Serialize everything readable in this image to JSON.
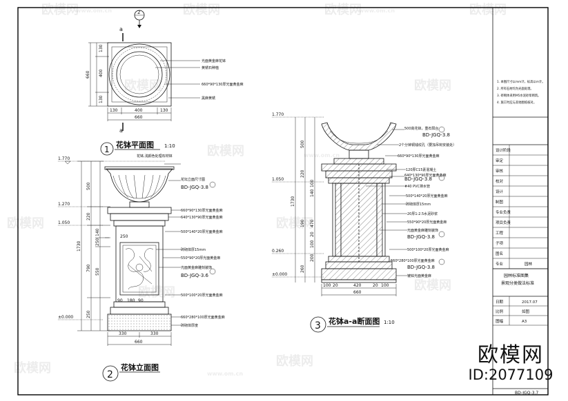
{
  "views": {
    "plan": {
      "title": "花钵平面图",
      "scale": "1:10",
      "num": "1",
      "section_mark": "a",
      "section_mark_ref": "2"
    },
    "elevation": {
      "title": "花钵立面图",
      "num": "2"
    },
    "section": {
      "title": "花钵a-a断面图",
      "scale": "1:10",
      "num": "3"
    }
  },
  "plan_dims": {
    "left": [
      "130",
      "400",
      "130"
    ],
    "total_v": "660",
    "bottom": [
      "130",
      "400",
      "130"
    ],
    "total_h": "660"
  },
  "plan_notes": [
    "光面黄金麻花钵",
    "黄锈石种植",
    "660*90*130厚光面黄金麻",
    "黑麻黄锈"
  ],
  "elev_levels": [
    "1.770",
    "1.270",
    "1.050",
    "±0.000"
  ],
  "elev_dims": {
    "left": [
      "500",
      "220",
      "140",
      "250",
      "550",
      "790",
      "250",
      "1730"
    ],
    "plinth": [
      "250",
      "90",
      "180",
      "90"
    ],
    "bottom": [
      "330",
      "330"
    ],
    "total_h": "660"
  },
  "elev_notes": [
    "花钵,浅颜色处理石材钵",
    "花坛立面尺寸图",
    "660*90*130厚光面黄金麻",
    "640*130*90厚光面黄金麻",
    "500*140*20厚光面黄金麻",
    "光面黄金麻雕刻装饰",
    "砖砌体厚15mm",
    "550*90*20厚光面黄金麻",
    "500*100*20厚光面黄金麻",
    "660*280*100厚光面黄金麻",
    "砖砌体厚度"
  ],
  "elev_refs": [
    "BD-JGQ-3.8",
    "BD-JGQ-3.6"
  ],
  "sect_levels": [
    "1.770",
    "1.050",
    "0.260",
    "±0.000"
  ],
  "sect_dims": {
    "left": [
      "500",
      "220",
      "100",
      "140",
      "470",
      "20",
      "100",
      "200",
      "260",
      "190",
      "1730"
    ],
    "bottom": [
      "100",
      "20",
      "420",
      "20",
      "100"
    ],
    "total_h": "660"
  },
  "sect_notes": [
    "500高花钵，重石阳台",
    "2个分钟铜钱纹孔（要加吊钩安装处）",
    "660*90*130厚光面黄金麻",
    "120厚C15素混凝土",
    "640*130*90厚光面黄金麻",
    "#40 PVC排水管",
    "500*140*20厚光面黄金麻",
    "砖砌体厚15mm",
    "20厚1:2.5水泥砂浆",
    "550*90*20厚光面黄金麻",
    "光面黄金麻雕刻装饰",
    "500*100*20厚光面黄金麻",
    "660*280*100厚光面黄金麻",
    "镀锌光面黄金麻"
  ],
  "sect_refs": [
    "BD-JGQ-3.8",
    "BD-JGQ-3.8",
    "BD-JGQ-3.8",
    "BD-JGQ-3.8"
  ],
  "title_block": {
    "note_lines": [
      "1. 本图尺寸以mm计，标高以m计。",
      "2. 所有石材均为光面处理。",
      "3. 砖砌体采用M5水泥砂浆砌筑。",
      "4. 施工时应与其他图纸核对。"
    ],
    "rows": [
      "设计阶段",
      "审定",
      "审核",
      "校对",
      "设计",
      "制图",
      "专业负责",
      "项目负责",
      "工程",
      "子项",
      "图名",
      "专业"
    ],
    "row_value": "园林",
    "project_name": "园林标准图集",
    "project_sub": "景观分类做法标准",
    "info_labels": [
      "日期",
      "比例",
      "图幅"
    ],
    "info_values": [
      "2017.07",
      "如图",
      "A3"
    ],
    "sheet_no": "BD-JGQ-3.7"
  },
  "logo": {
    "brand": "欧模网",
    "id": "ID:2077109"
  },
  "watermarks": [
    "欧模网",
    "www.om.cn"
  ]
}
